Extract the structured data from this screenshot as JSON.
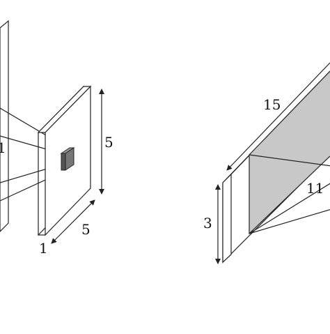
{
  "labels": {
    "left_partial": "1",
    "left_height": "5",
    "left_width": "5",
    "left_depth": "1",
    "right_length": "15",
    "right_height": "3",
    "right_mid": "11"
  },
  "colors": {
    "line": "#222222",
    "cube_front": "#555555",
    "cube_side": "#888888",
    "shaded_region": "#c8c8c8"
  }
}
